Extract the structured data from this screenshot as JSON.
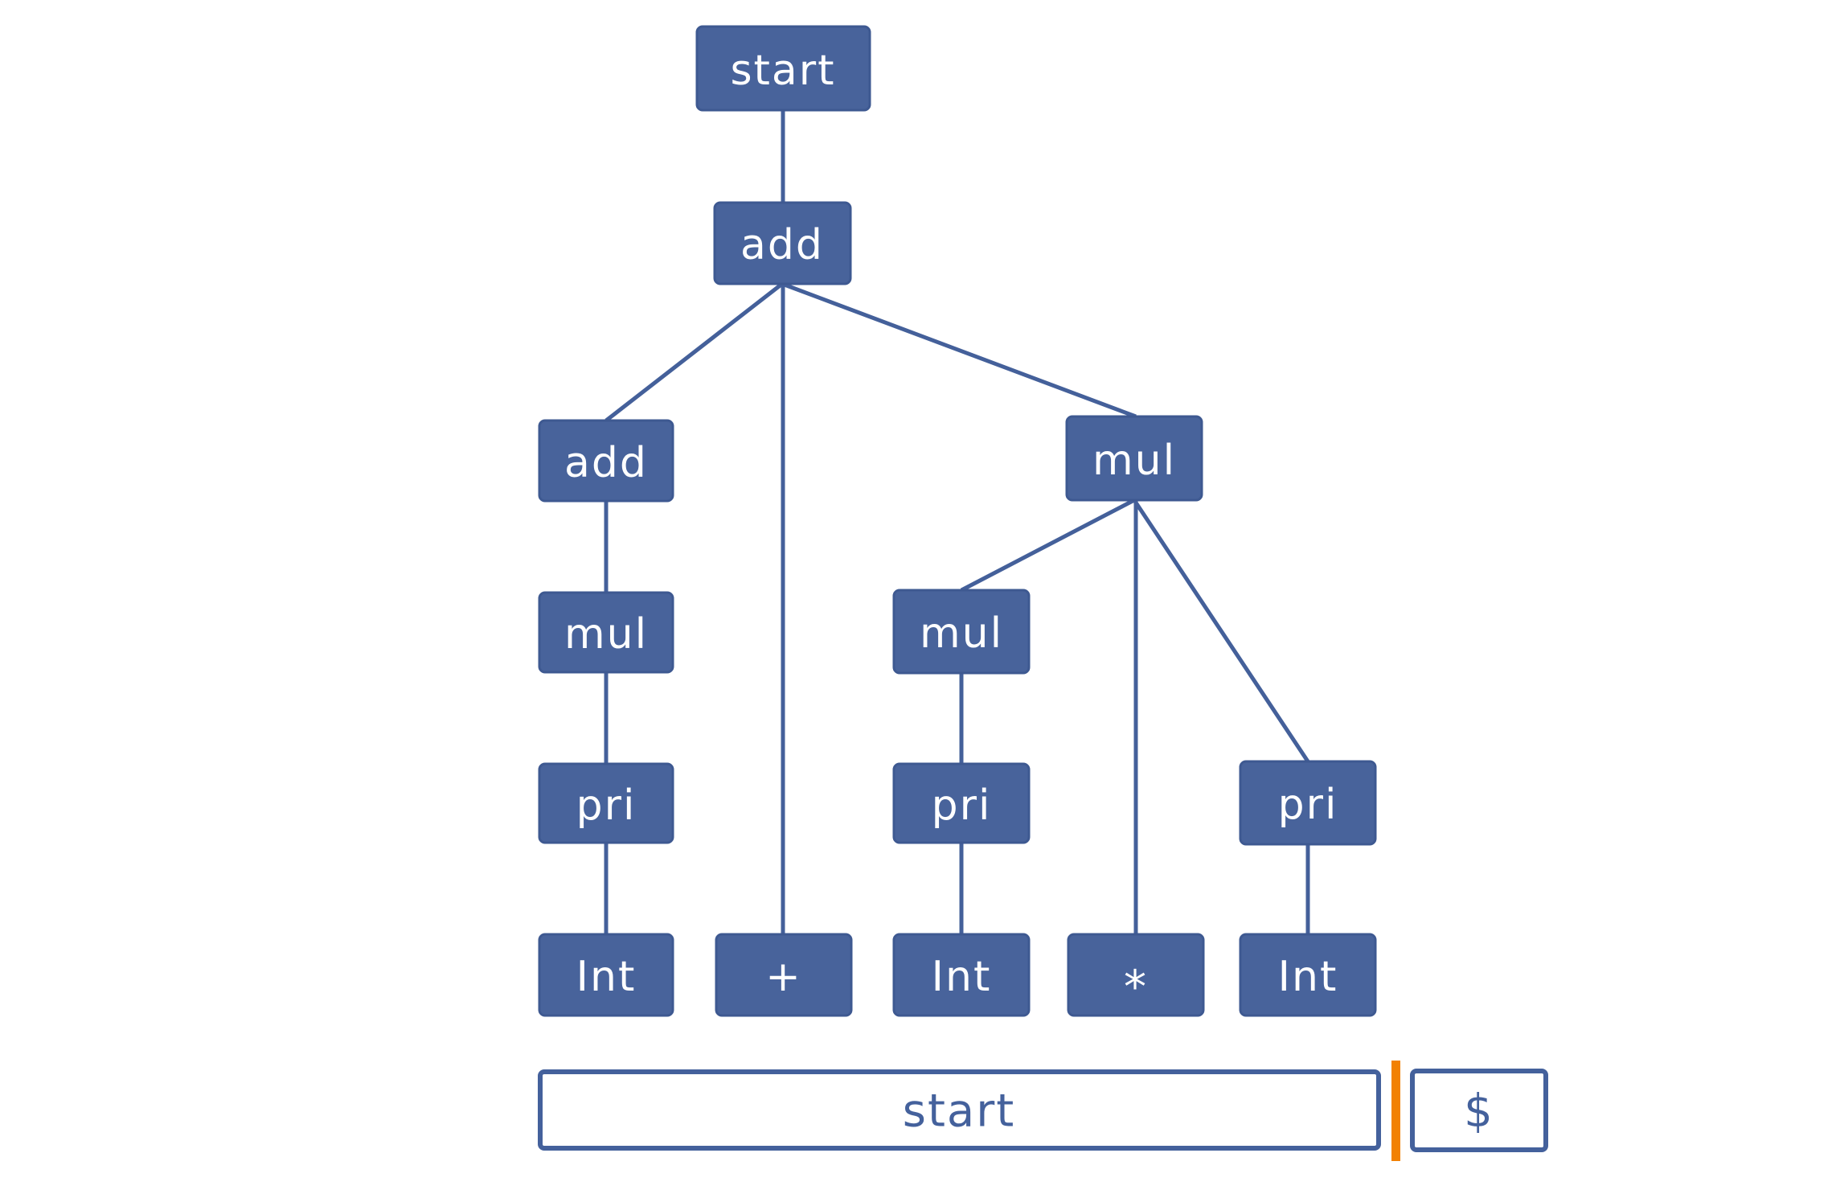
{
  "diagram": {
    "type": "parse-tree",
    "nodes": {
      "root_start": {
        "label": "start",
        "kind": "nonterminal"
      },
      "add_top": {
        "label": "add",
        "kind": "nonterminal"
      },
      "add_left": {
        "label": "add",
        "kind": "nonterminal"
      },
      "mul_right": {
        "label": "mul",
        "kind": "nonterminal"
      },
      "mul_left": {
        "label": "mul",
        "kind": "nonterminal"
      },
      "mul_center": {
        "label": "mul",
        "kind": "nonterminal"
      },
      "pri_left": {
        "label": "pri",
        "kind": "nonterminal"
      },
      "pri_center": {
        "label": "pri",
        "kind": "nonterminal"
      },
      "pri_right": {
        "label": "pri",
        "kind": "nonterminal"
      },
      "int_left": {
        "label": "Int",
        "kind": "terminal"
      },
      "plus_terminal": {
        "label": "+",
        "kind": "terminal"
      },
      "int_center": {
        "label": "Int",
        "kind": "terminal"
      },
      "star_terminal": {
        "label": "*",
        "kind": "terminal"
      },
      "int_right": {
        "label": "Int",
        "kind": "terminal"
      }
    },
    "edges": [
      {
        "from": "root_start",
        "to": "add_top"
      },
      {
        "from": "add_top",
        "to": "add_left"
      },
      {
        "from": "add_top",
        "to": "plus_terminal"
      },
      {
        "from": "add_top",
        "to": "mul_right"
      },
      {
        "from": "add_left",
        "to": "mul_left"
      },
      {
        "from": "mul_left",
        "to": "pri_left"
      },
      {
        "from": "pri_left",
        "to": "int_left"
      },
      {
        "from": "mul_right",
        "to": "mul_center"
      },
      {
        "from": "mul_right",
        "to": "star_terminal"
      },
      {
        "from": "mul_right",
        "to": "pri_right"
      },
      {
        "from": "mul_center",
        "to": "pri_center"
      },
      {
        "from": "pri_center",
        "to": "int_center"
      },
      {
        "from": "pri_right",
        "to": "int_right"
      }
    ]
  },
  "parse_strip": {
    "stack_label": "start",
    "end_marker": "$"
  },
  "colors": {
    "node_fill": "#48639B",
    "node_stroke": "#3E5991",
    "edge_stroke": "#44609A",
    "node_text": "#FFFFFF",
    "strip_stroke": "#44619C",
    "strip_text": "#44619C",
    "cursor": "#F28103",
    "background": "#FFFFFF"
  }
}
